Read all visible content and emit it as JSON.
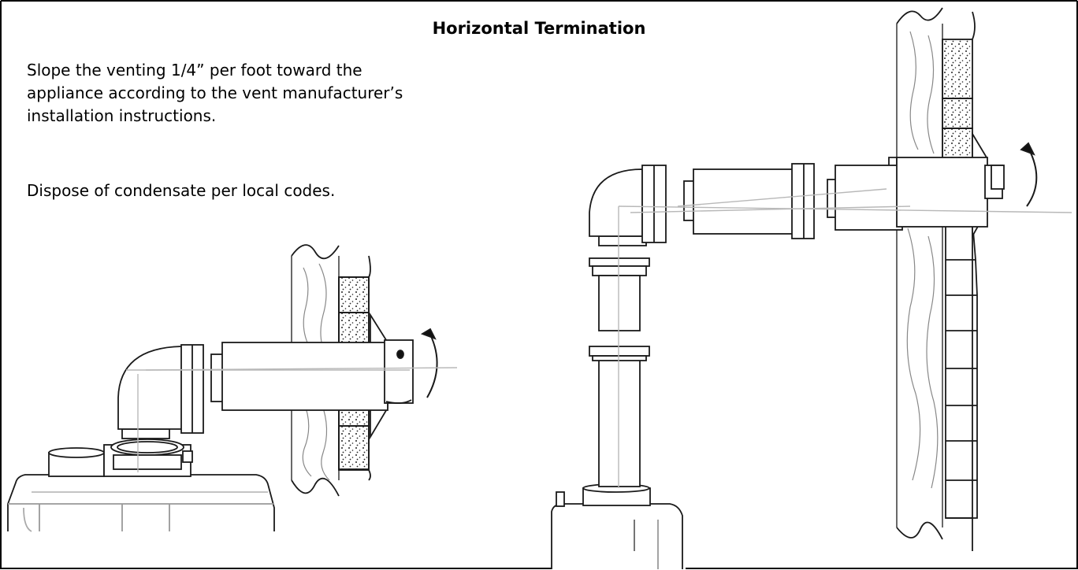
{
  "title": "Horizontal Termination",
  "instructions": {
    "line1": "Slope the venting 1/4” per foot toward the",
    "line2": "appliance according to the vent manufacturer’s",
    "line3": "installation instructions.",
    "condensate": "Dispose of condensate per local codes."
  },
  "colors": {
    "stroke": "#1a1a1a",
    "light": "#b8b8b8",
    "border": "#000000"
  }
}
